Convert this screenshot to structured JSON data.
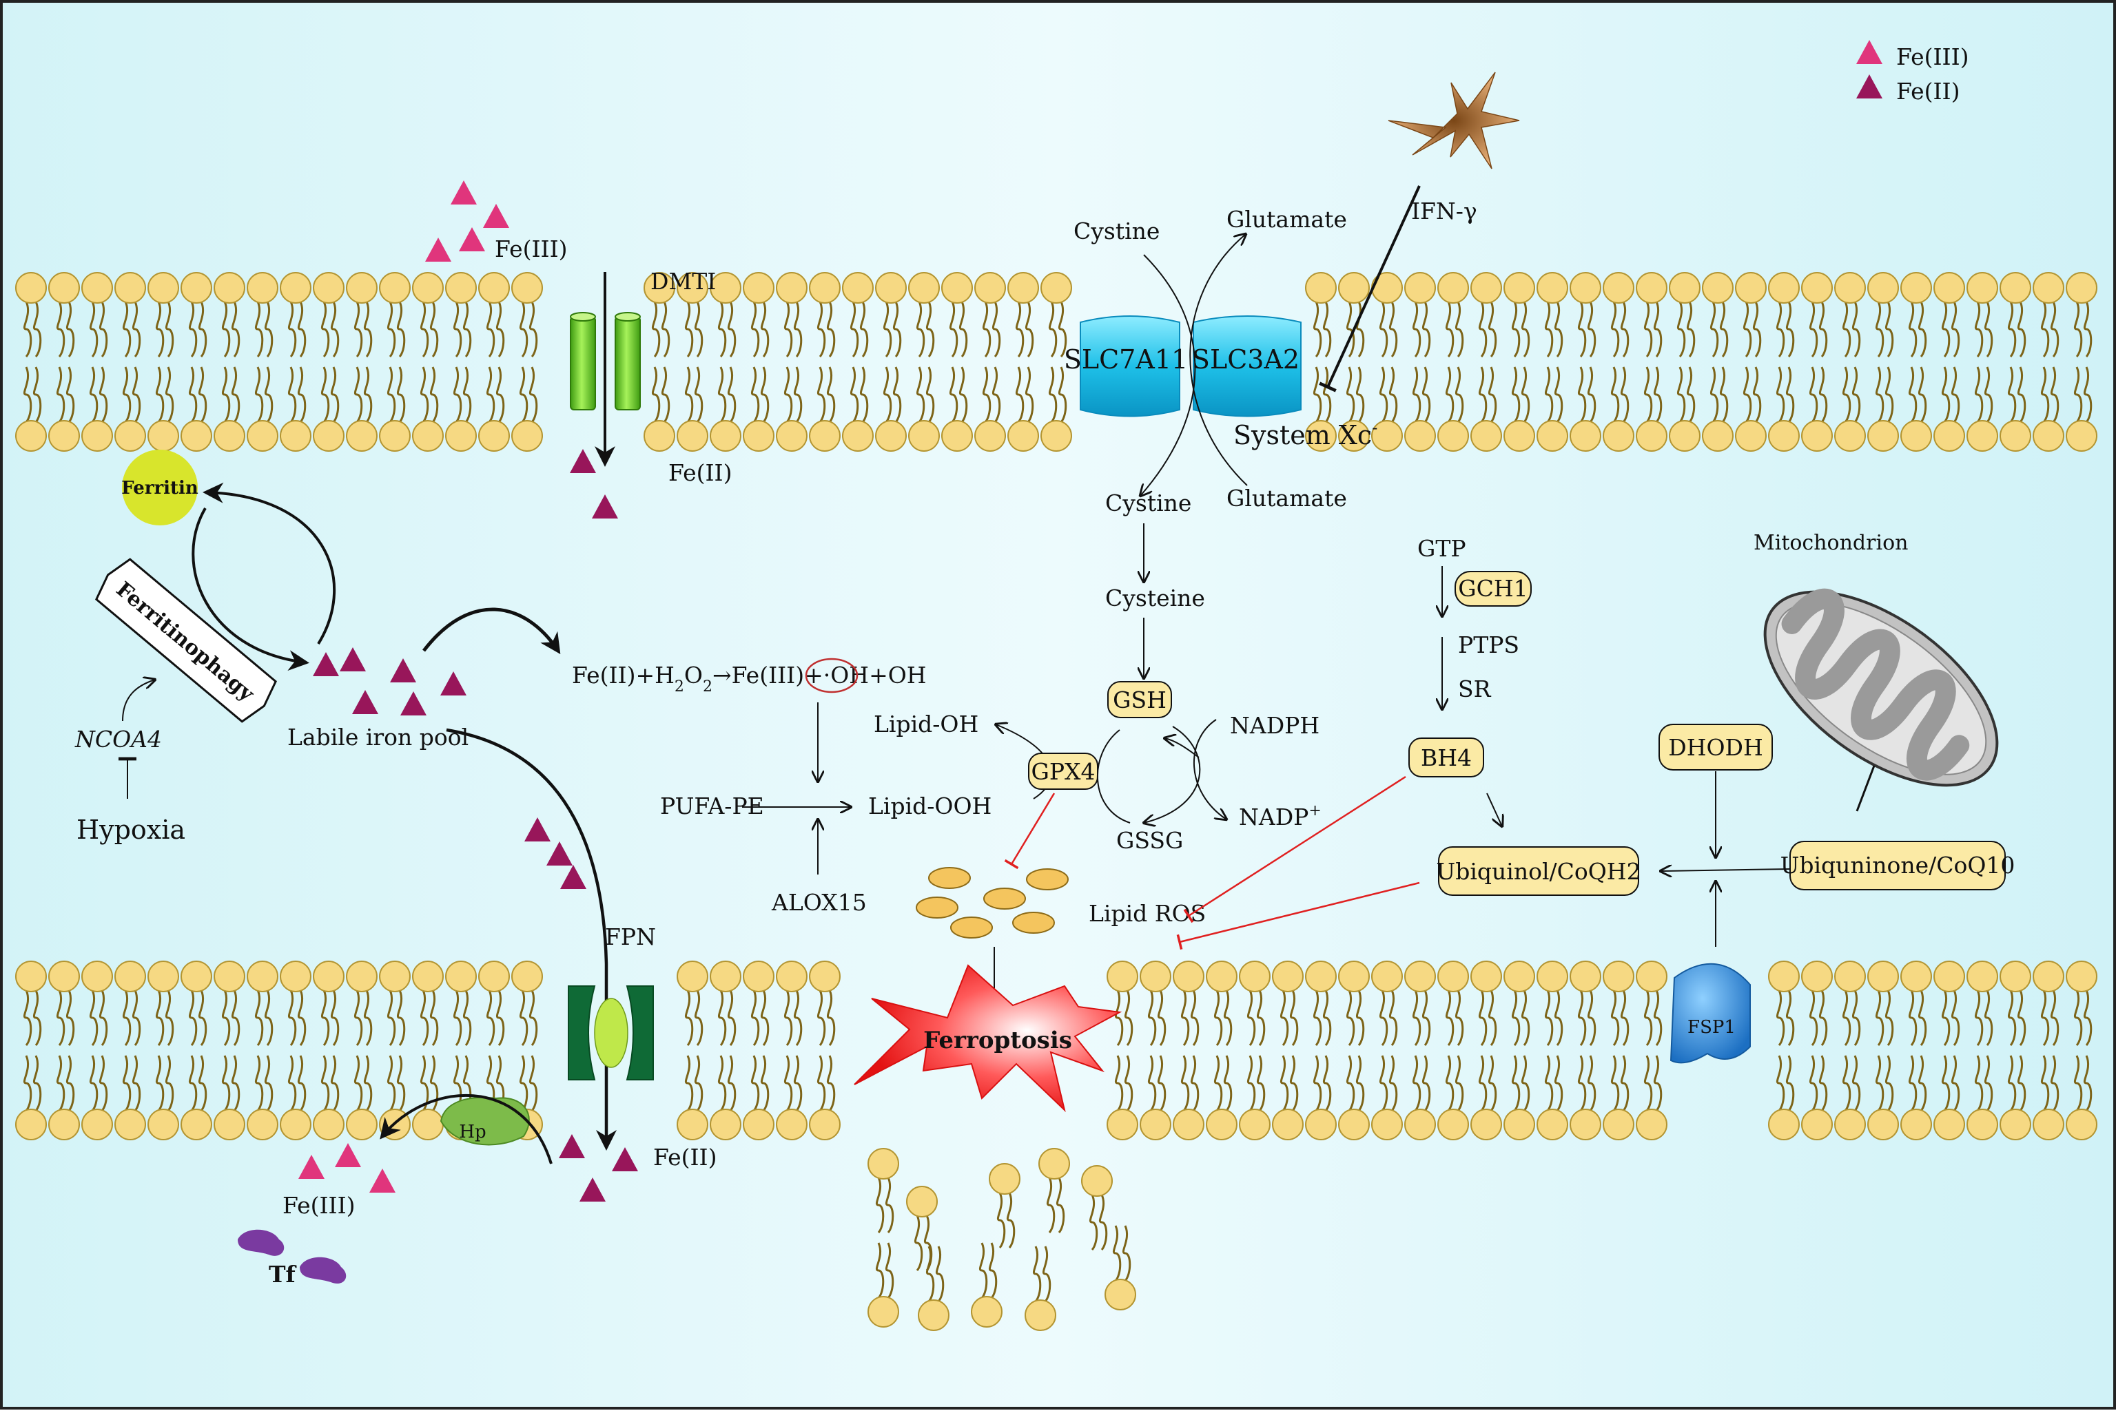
{
  "legend": {
    "fe3": "Fe(III)",
    "fe2": "Fe(II)"
  },
  "colors": {
    "fe3": "#e0357c",
    "fe2": "#98165a",
    "lipid_head": "#f6d983",
    "lipid_tail": "#7d6418",
    "slc": "#1ec0e8",
    "dmt": "#66cc22",
    "fpn": "#0f6a36",
    "inhibit": "#e02020",
    "box": "#fbeaa5"
  },
  "labels": {
    "dmti": "DMTI",
    "fe3_top": "Fe(III)",
    "fe2_top": "Fe(II)",
    "ferritin": "Ferritin",
    "ferritinophagy": "Ferritinophagy",
    "ncoa4": "NCOA4",
    "hypoxia": "Hypoxia",
    "lip": "Labile iron pool",
    "fenton_a": "Fe(II)+H",
    "fenton_sub2a": "2",
    "fenton_o": "O",
    "fenton_sub2b": "2",
    "fenton_arrow": "→",
    "fenton_b": "Fe(III)+",
    "fenton_c": "·OH",
    "fenton_d": "+OH",
    "lipid_oh": "Lipid-OH",
    "lipid_ooh": "Lipid-OOH",
    "pufa_pe": "PUFA-PE",
    "alox15": "ALOX15",
    "gpx4": "GPX4",
    "gsh": "GSH",
    "gssg": "GSSG",
    "nadph": "NADPH",
    "nadp": "NADP",
    "nadp_sup": "+",
    "lipid_ros": "Lipid ROS",
    "ferroptosis": "Ferroptosis",
    "cystine_out": "Cystine",
    "glutamate_out": "Glutamate",
    "slc7a11": "SLC7A11",
    "slc3a2": "SLC3A2",
    "system_xc": "System Xc",
    "system_xc_sup": "-",
    "cystine_in": "Cystine",
    "glutamate_in": "Glutamate",
    "cysteine": "Cysteine",
    "ifn": "IFN-γ",
    "gtp": "GTP",
    "gch1": "GCH1",
    "ptps": "PTPS",
    "sr": "SR",
    "bh4": "BH4",
    "ubiquinol": "Ubiquinol/CoQH2",
    "ubiquinone": "Ubiquninone/CoQ10",
    "dhodh": "DHODH",
    "fsp1": "FSP1",
    "mitochondrion": "Mitochondrion",
    "fpn": "FPN",
    "fe2_bottom": "Fe(II)",
    "hp": "Hp",
    "fe3_bottom": "Fe(III)",
    "tf": "Tf"
  }
}
